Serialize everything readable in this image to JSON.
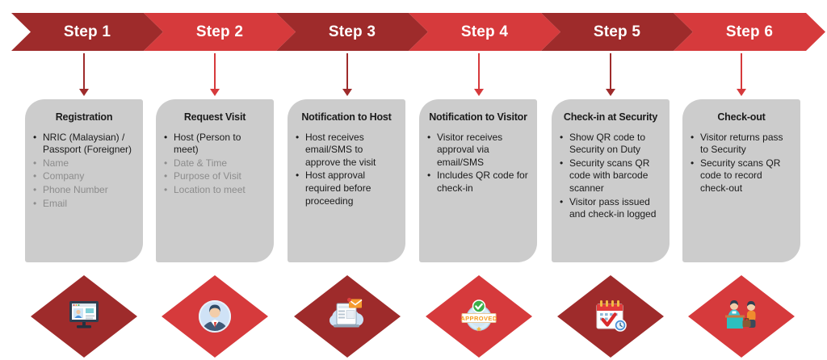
{
  "colors": {
    "dark_red": "#9E2B2B",
    "bright_red": "#D63A3C",
    "card_gray": "#CCCCCC",
    "muted_text": "#8C8C8C",
    "text_black": "#1B1B1B"
  },
  "steps": [
    {
      "label": "Step 1",
      "tone": "dark",
      "title": "Registration",
      "bullets": [
        {
          "text": "NRIC (Malaysian) / Passport (Foreigner)",
          "muted": false
        },
        {
          "text": "Name",
          "muted": true
        },
        {
          "text": "Company",
          "muted": true
        },
        {
          "text": "Phone Number",
          "muted": true
        },
        {
          "text": "Email",
          "muted": true
        }
      ],
      "icon": "registration-monitor-icon"
    },
    {
      "label": "Step 2",
      "tone": "bright",
      "title": "Request Visit",
      "bullets": [
        {
          "text": "Host (Person to meet)",
          "muted": false
        },
        {
          "text": "Date & Time",
          "muted": true
        },
        {
          "text": "Purpose of Visit",
          "muted": true
        },
        {
          "text": "Location to meet",
          "muted": true
        }
      ],
      "icon": "visitor-avatar-icon"
    },
    {
      "label": "Step 3",
      "tone": "dark",
      "title": "Notification to Host",
      "bullets": [
        {
          "text": "Host receives email/SMS to approve the visit",
          "muted": false
        },
        {
          "text": "Host approval required before proceeding",
          "muted": false
        }
      ],
      "icon": "laptop-email-icon"
    },
    {
      "label": "Step 4",
      "tone": "bright",
      "title": "Notification to Visitor",
      "bullets": [
        {
          "text": "Visitor receives approval via email/SMS",
          "muted": false
        },
        {
          "text": "Includes QR code for check-in",
          "muted": false
        }
      ],
      "icon": "approved-stamp-icon",
      "icon_text": "APPROVED"
    },
    {
      "label": "Step 5",
      "tone": "dark",
      "title": "Check-in at Security",
      "bullets": [
        {
          "text": "Show QR code to Security on Duty",
          "muted": false
        },
        {
          "text": "Security scans QR code with barcode scanner",
          "muted": false
        },
        {
          "text": "Visitor pass issued and check-in logged",
          "muted": false
        }
      ],
      "icon": "calendar-clock-icon"
    },
    {
      "label": "Step 6",
      "tone": "bright",
      "title": "Check-out",
      "bullets": [
        {
          "text": "Visitor returns pass to Security",
          "muted": false
        },
        {
          "text": "Security scans QR code to record check-out",
          "muted": false
        }
      ],
      "icon": "checkout-desk-icon"
    }
  ]
}
